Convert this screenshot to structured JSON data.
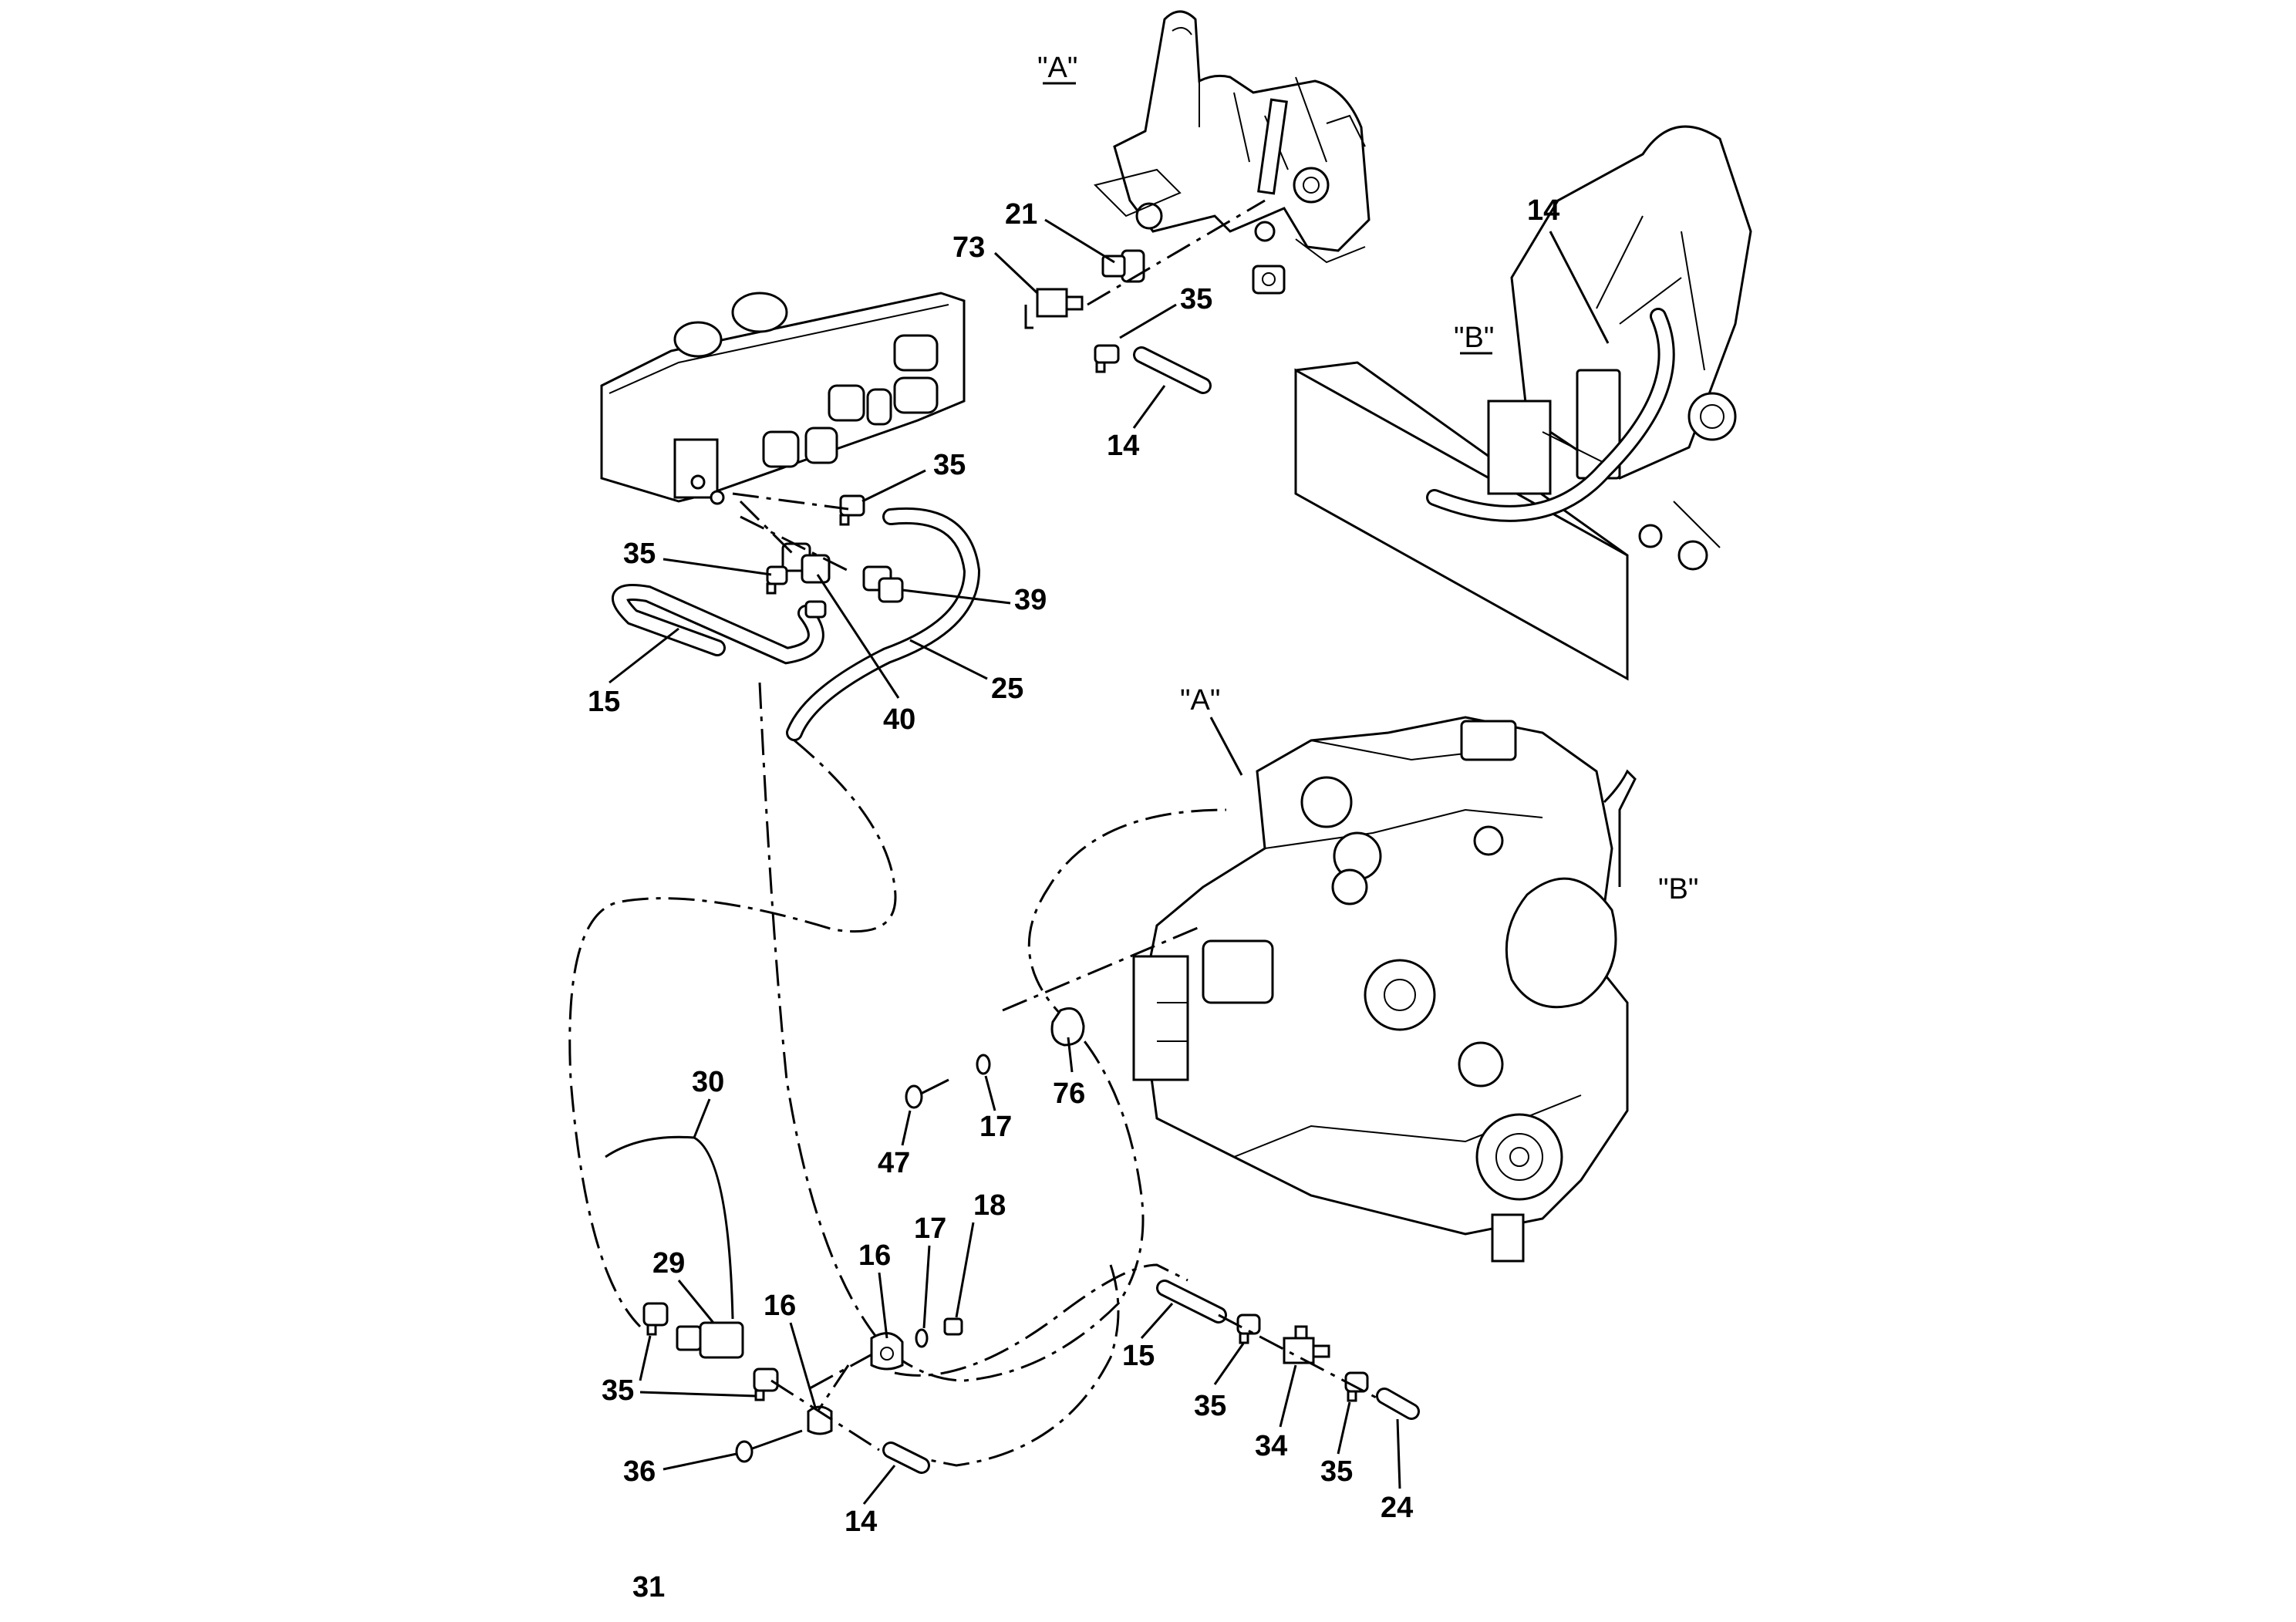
{
  "callouts": {
    "c21": "21",
    "c73": "73",
    "c35_a": "35",
    "c14_a": "14",
    "c35_b": "35",
    "c35_c": "35",
    "c39": "39",
    "c15_a": "15",
    "c40": "40",
    "c25": "25",
    "c14_b": "14",
    "c47": "47",
    "c17_a": "17",
    "c76": "76",
    "c30": "30",
    "c29": "29",
    "c16_a": "16",
    "c17_b": "17",
    "c18": "18",
    "c16_b": "16",
    "c35_d": "35",
    "c36": "36",
    "c14_c": "14",
    "c15_b": "15",
    "c35_e": "35",
    "c34": "34",
    "c35_f": "35",
    "c24": "24",
    "c31": "31"
  },
  "views": {
    "a_detail": "\"A\"",
    "b_detail": "\"B\"",
    "a_engine": "\"A\"",
    "b_engine": "\"B\""
  },
  "icons": {
    "heater_unit": "hvac-heater-box-icon",
    "engine": "engine-assembly-icon",
    "valve": "coolant-valve-icon"
  }
}
